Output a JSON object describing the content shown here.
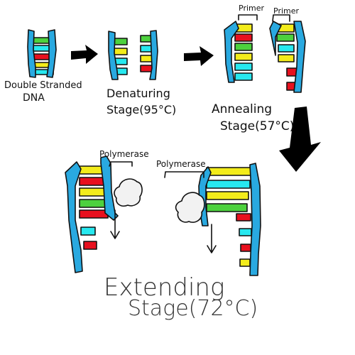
{
  "labels": {
    "double_stranded_line1": "Double Stranded",
    "double_stranded_line2": "DNA",
    "denaturing_line1": "Denaturing",
    "denaturing_line2": "Stage(95°C)",
    "primer_left": "Primer",
    "primer_right": "Primer",
    "annealing_line1": "Annealing",
    "annealing_line2": "Stage(57°C)",
    "polymerase_left": "Polymerase",
    "polymerase_right": "Polymerase",
    "extending_line1": "Extending",
    "extending_line2": "Stage(72°C)"
  },
  "colors": {
    "backbone": "#29a9e0",
    "backbone_outline": "#111111",
    "base_red": "#e8101e",
    "base_yellow": "#f3ec1b",
    "base_green": "#4dd13e",
    "base_cyan": "#27e8ef",
    "polymerase": "#f2f2f2",
    "arrow": "#000000"
  }
}
